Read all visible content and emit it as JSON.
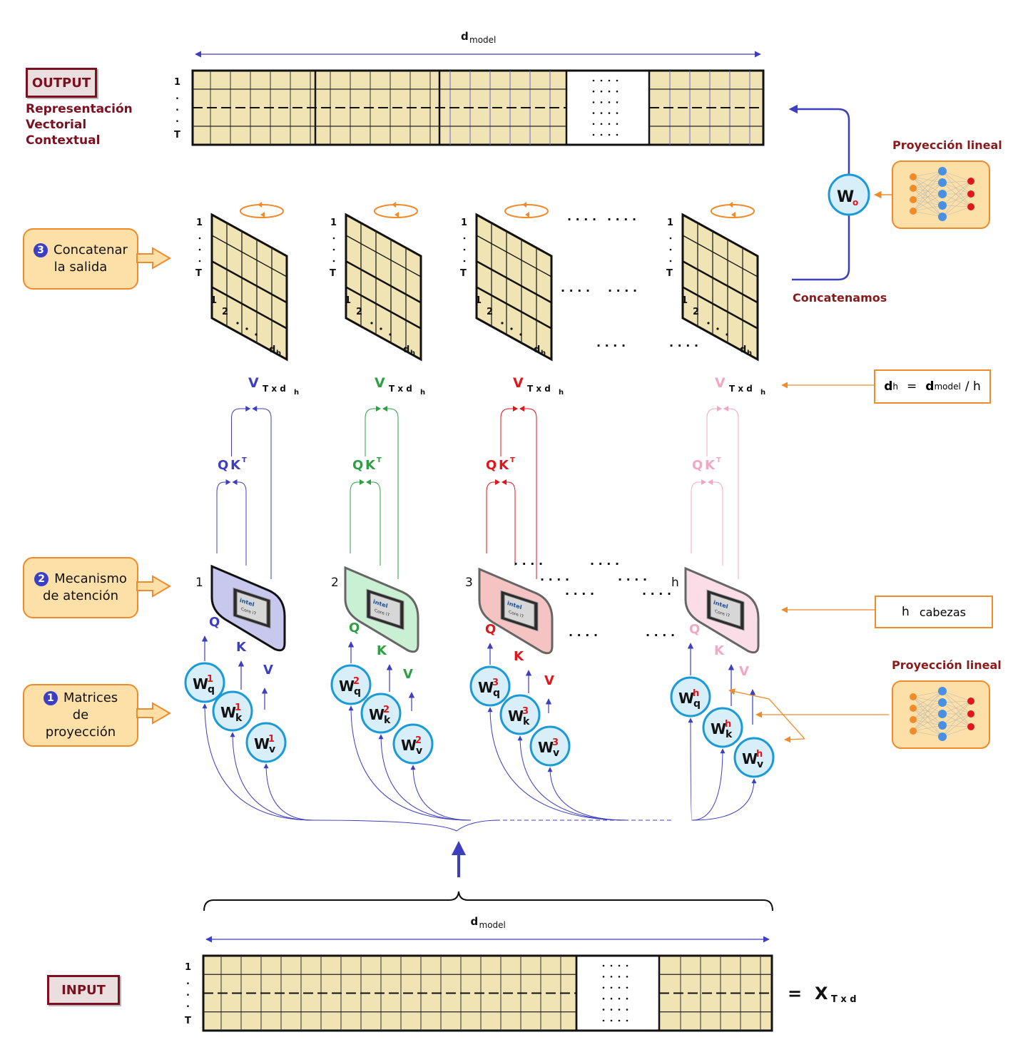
{
  "output": {
    "label": "OUTPUT",
    "description_lines": [
      "Representación",
      "Vectorial",
      "Contextual"
    ],
    "dim_label": "d",
    "dim_sub": "model",
    "row_labels": [
      "1",
      ".",
      ".",
      ".",
      "T"
    ]
  },
  "input": {
    "label": "INPUT",
    "dim_label": "d",
    "dim_sub": "model",
    "row_labels": [
      "1",
      ".",
      ".",
      ".",
      "T"
    ],
    "equation_eq": "=",
    "equation_var": "X",
    "equation_sub": "T x d"
  },
  "steps": [
    {
      "number": "3",
      "line1": "Concatenar",
      "line2": "la salida"
    },
    {
      "number": "2",
      "line1": "Mecanismo",
      "line2": "de atención"
    },
    {
      "number": "1",
      "line1": "Matrices",
      "line2": "de",
      "line3": "proyección"
    }
  ],
  "linear_projection_label": "Proyección lineal",
  "concat_label": "Concatenamos",
  "wo": {
    "main": "W",
    "sub": "o"
  },
  "dh_formula": {
    "lhs": "d",
    "lhs_sub": "h",
    "eq": "=",
    "rhs": "d",
    "rhs_sub": "model",
    "div": "/ h"
  },
  "heads_box": {
    "h": "h",
    "text": "cabezas"
  },
  "head_matrix": {
    "row_top": "1",
    "row_bottom": "T",
    "col1": "1",
    "col2": "2",
    "col_last": "d",
    "col_last_sub": "h"
  },
  "v_label": {
    "main": "V",
    "sub": "T x d",
    "sub2": "h"
  },
  "qk_label": {
    "q": "Q",
    "k": "K",
    "t": "T"
  },
  "heads": [
    {
      "index": "1",
      "color": "#3d3fbf",
      "fill": "#c8c8ee",
      "w_sup": "1"
    },
    {
      "index": "2",
      "color": "#2ea043",
      "fill": "#c9f0d2",
      "w_sup": "2"
    },
    {
      "index": "3",
      "color": "#e0161c",
      "fill": "#f6c3c3",
      "w_sup": "3"
    },
    {
      "index": "h",
      "color": "#f4a7c4",
      "fill": "#fbdde8",
      "w_sup": "h"
    }
  ],
  "qkv": {
    "q": "Q",
    "k": "K",
    "v": "V",
    "wq": "q",
    "wk": "k",
    "wv": "v",
    "w": "W"
  },
  "ellipsis": "· · · ·",
  "chip_text": "intel Core i7",
  "colors": {
    "cell": "#f0e4b4",
    "dark_red": "#7b1020",
    "orange": "#f08b2c",
    "blue_arrow": "#3d3fbf",
    "circle_fill": "#d8eef8",
    "circle_stroke": "#1a9ad6"
  }
}
